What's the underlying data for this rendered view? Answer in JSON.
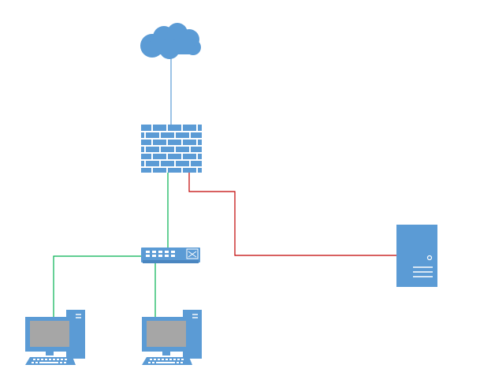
{
  "diagram": {
    "colors": {
      "device": "#5b9bd5",
      "deviceDark": "#4a86c0",
      "screen": "#a6a6a6",
      "link_internet": "#5b9bd5",
      "link_lan": "#00b050",
      "link_dmz": "#c00000",
      "background": "#ffffff"
    },
    "nodes": [
      {
        "id": "internet",
        "icon": "cloud-icon"
      },
      {
        "id": "firewall",
        "icon": "firewall-icon"
      },
      {
        "id": "switch",
        "icon": "switch-icon"
      },
      {
        "id": "server",
        "icon": "server-icon"
      },
      {
        "id": "workstation-1",
        "icon": "workstation-icon"
      },
      {
        "id": "workstation-2",
        "icon": "workstation-icon"
      }
    ],
    "links": [
      {
        "from": "internet",
        "to": "firewall",
        "color": "link_internet"
      },
      {
        "from": "firewall",
        "to": "switch",
        "color": "link_lan"
      },
      {
        "from": "firewall",
        "to": "server",
        "color": "link_dmz"
      },
      {
        "from": "switch",
        "to": "workstation-1",
        "color": "link_lan"
      },
      {
        "from": "switch",
        "to": "workstation-2",
        "color": "link_lan"
      }
    ]
  }
}
